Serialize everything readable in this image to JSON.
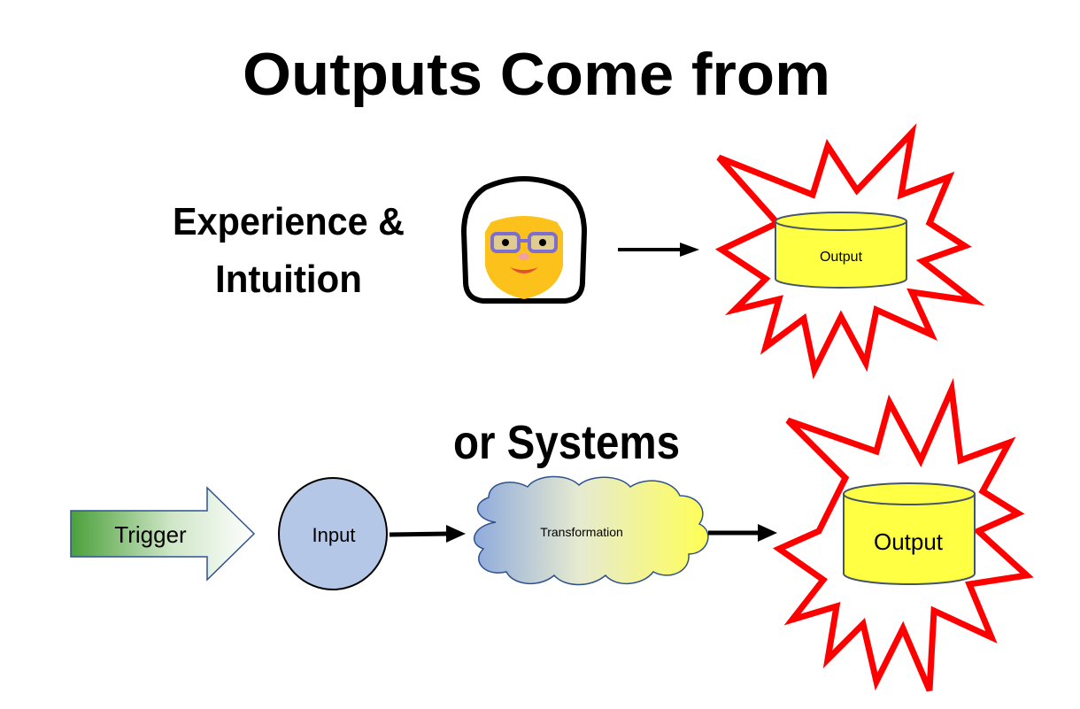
{
  "title": "Outputs Come from",
  "top_row": {
    "label_line1": "Experience &",
    "label_line2": "Intuition",
    "person_icon": "elderly-woman-with-glasses-icon",
    "arrow_icon": "right-arrow-icon",
    "output_label": "Output"
  },
  "bottom_row": {
    "heading": "or Systems",
    "trigger_label": "Trigger",
    "input_label": "Input",
    "transformation_label": "Transformation",
    "output_label": "Output"
  },
  "colors": {
    "starburst_outline": "#ff0000",
    "cylinder_fill": "#ffff44",
    "cylinder_stroke": "#44546a",
    "input_circle_fill": "#b4c7e7",
    "trigger_gradient_start": "#4aa03a",
    "cloud_gradient_start": "#8faadc",
    "cloud_gradient_end": "#ffff55",
    "face_fill": "#fcc21b",
    "glasses": "#7e6fcf"
  }
}
